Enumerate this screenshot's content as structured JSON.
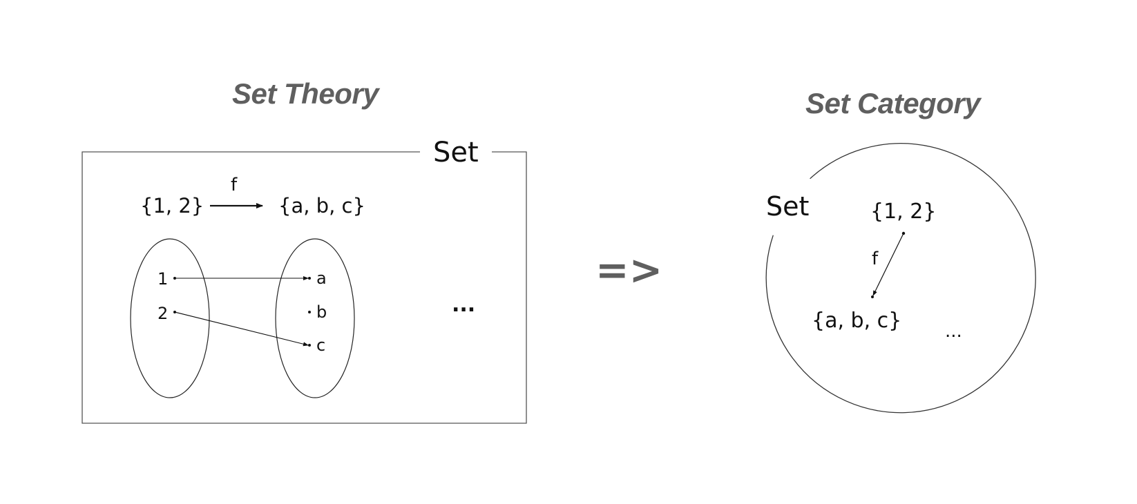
{
  "titles": {
    "left": "Set Theory",
    "right": "Set Category"
  },
  "implies": "=>",
  "left_panel": {
    "frame_label": "Set",
    "domain_set": "{1, 2}",
    "codomain_set": "{a, b, c}",
    "function_label": "f",
    "domain_elements": [
      "1",
      "2"
    ],
    "codomain_elements": [
      "a",
      "b",
      "c"
    ],
    "mappings": [
      {
        "from": "1",
        "to": "a"
      },
      {
        "from": "2",
        "to": "c"
      }
    ],
    "ellipsis": "..."
  },
  "right_panel": {
    "category_label": "Set",
    "source_object": "{1, 2}",
    "target_object": "{a, b, c}",
    "morphism_label": "f",
    "ellipsis": "..."
  },
  "colors": {
    "title": "#5f5f5f",
    "ink": "#111111",
    "frame": "#555555"
  }
}
